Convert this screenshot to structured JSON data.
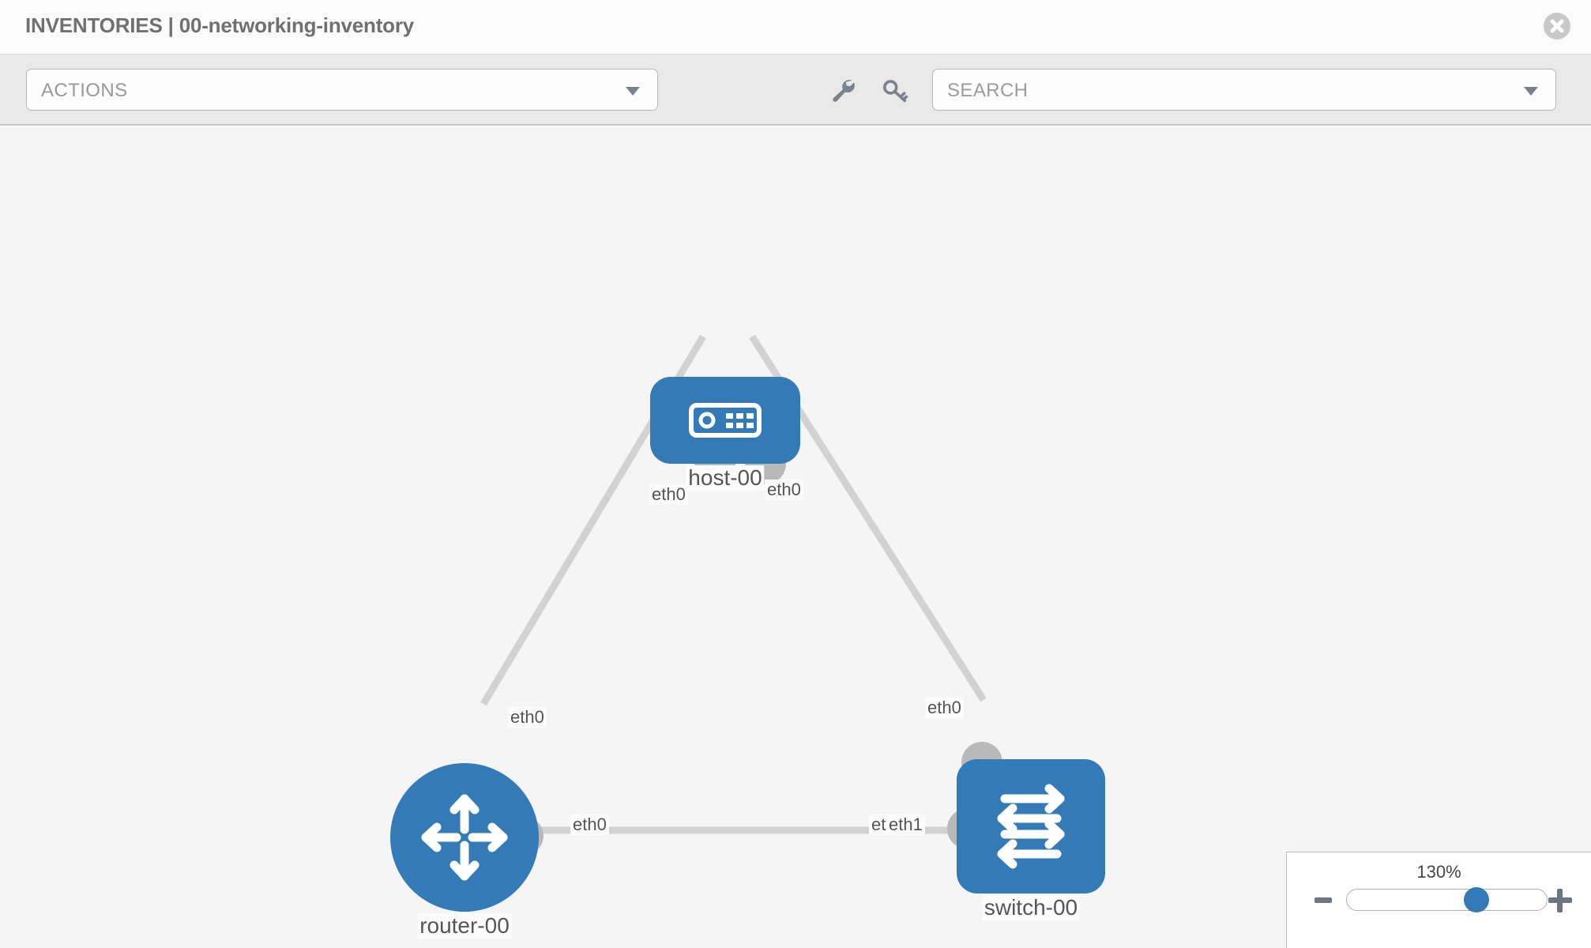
{
  "header": {
    "title": "INVENTORIES | 00-networking-inventory",
    "close_label": "close-icon"
  },
  "toolbar": {
    "actions_label": "ACTIONS",
    "search_placeholder": "SEARCH",
    "wrench_icon": "wrench-icon",
    "key_icon": "key-icon"
  },
  "topology": {
    "nodes": [
      {
        "id": "host-00",
        "label": "host-00",
        "type": "host",
        "icon": "server-icon"
      },
      {
        "id": "router-00",
        "label": "router-00",
        "type": "router",
        "icon": "router-arrows-icon"
      },
      {
        "id": "switch-00",
        "label": "switch-00",
        "type": "switch",
        "icon": "switch-arrows-icon"
      }
    ],
    "links": [
      {
        "from": "router-00",
        "to": "host-00",
        "from_label": "eth0",
        "to_label": "eth0"
      },
      {
        "from": "host-00",
        "to": "switch-00",
        "from_label": "eth0",
        "to_label": "eth0"
      },
      {
        "from": "router-00",
        "to": "switch-00",
        "from_label": "eth0",
        "to_label": "eth1",
        "to_label_overlap": "eth"
      }
    ]
  },
  "zoom_control": {
    "value": "130%",
    "minus_label": "minus-icon",
    "plus_label": "plus-icon"
  },
  "colors": {
    "node_blue": "#337ab7",
    "canvas_bg": "#f5f5f5",
    "toolbar_bg": "#e9e9e9",
    "edge_gray": "#d2d2d2"
  }
}
